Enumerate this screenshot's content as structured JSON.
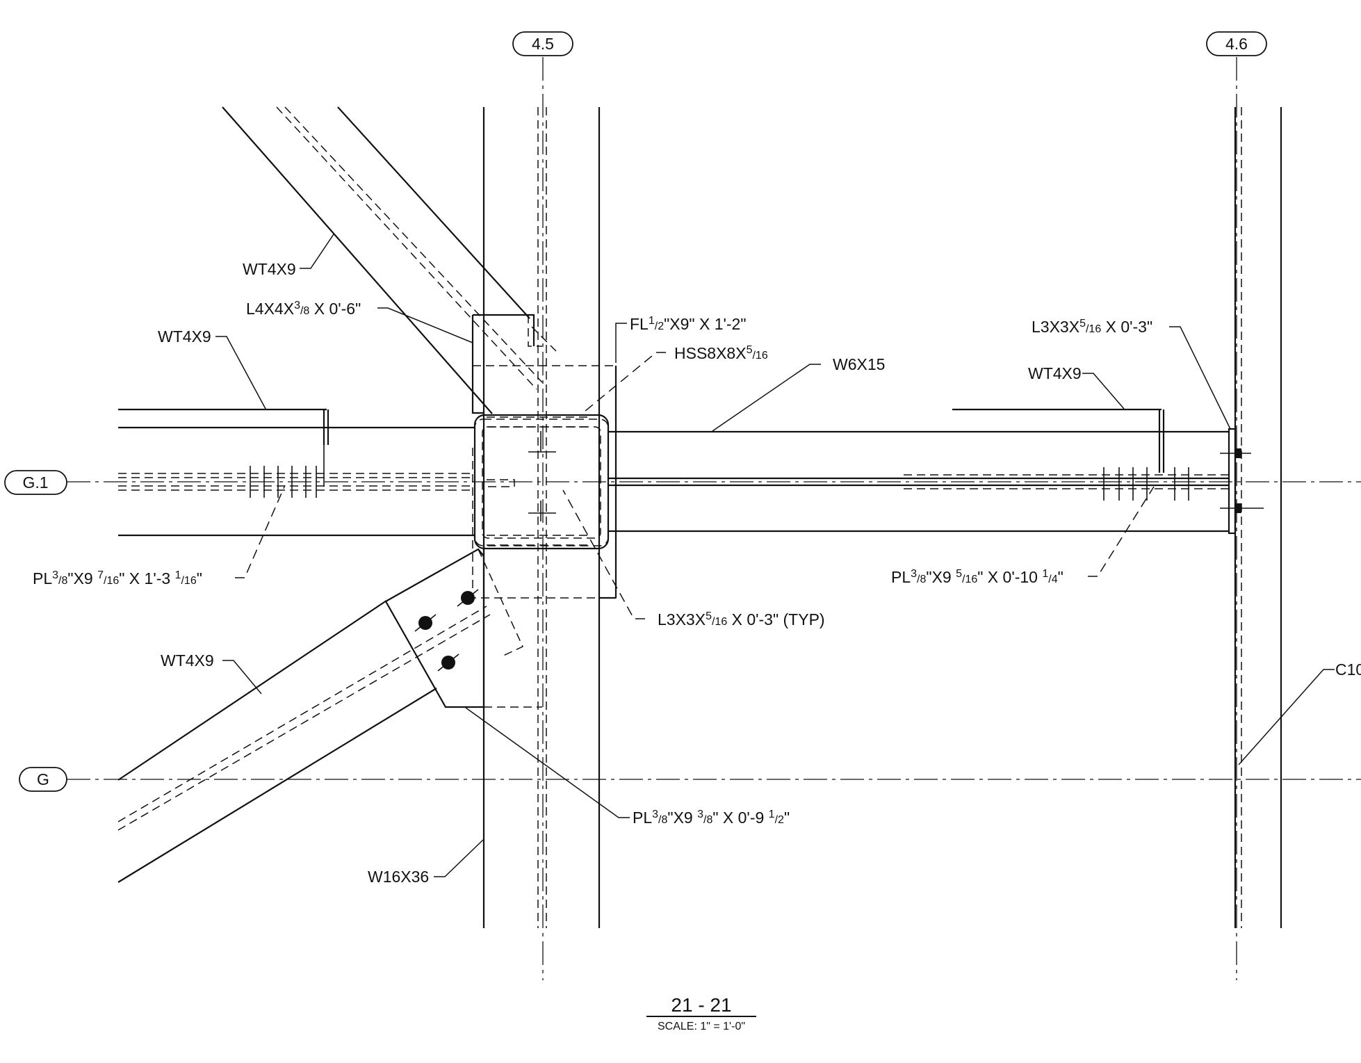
{
  "drawing": {
    "title": "21 - 21",
    "scale": "SCALE: 1\" = 1'-0\""
  },
  "grid": {
    "col_a": "4.5",
    "col_b": "4.6",
    "row_a": "G.1",
    "row_b": "G"
  },
  "labels": {
    "wt_brace_top": "WT4X9",
    "angle_top": {
      "a": "L4X4X",
      "n": "3",
      "d": "8",
      "b": " X 0'-6\""
    },
    "wt_beam_left": "WT4X9",
    "fl": {
      "a": "FL",
      "n": "1",
      "d": "2",
      "b": "\"X9\" X 1'-2\""
    },
    "hss": {
      "a": "HSS8X8X",
      "n": "5",
      "d": "16"
    },
    "w6": "W6X15",
    "angle_right": {
      "a": "L3X3X",
      "n": "5",
      "d": "16",
      "b": " X 0'-3\""
    },
    "wt_beam_right": "WT4X9",
    "pl_left": {
      "a": "PL",
      "n1": "3",
      "d1": "8",
      "b": "\"X9 ",
      "n2": "7",
      "d2": "16",
      "c": "\" X 1'-3 ",
      "n3": "1",
      "d3": "16",
      "e": "\""
    },
    "pl_right": {
      "a": "PL",
      "n1": "3",
      "d1": "8",
      "b": "\"X9 ",
      "n2": "5",
      "d2": "16",
      "c": "\" X 0'-10 ",
      "n3": "1",
      "d3": "4",
      "e": "\""
    },
    "angle_typ": {
      "a": "L3X3X",
      "n": "5",
      "d": "16",
      "b": " X 0'-3\" (TYP)"
    },
    "wt_brace_bottom": "WT4X9",
    "c_section": "C10",
    "pl_gusset": {
      "a": "PL",
      "n1": "3",
      "d1": "8",
      "b": "\"X9 ",
      "n2": "3",
      "d2": "8",
      "c": "\" X 0'-9 ",
      "n3": "1",
      "d3": "2",
      "e": "\""
    },
    "w16": "W16X36"
  }
}
